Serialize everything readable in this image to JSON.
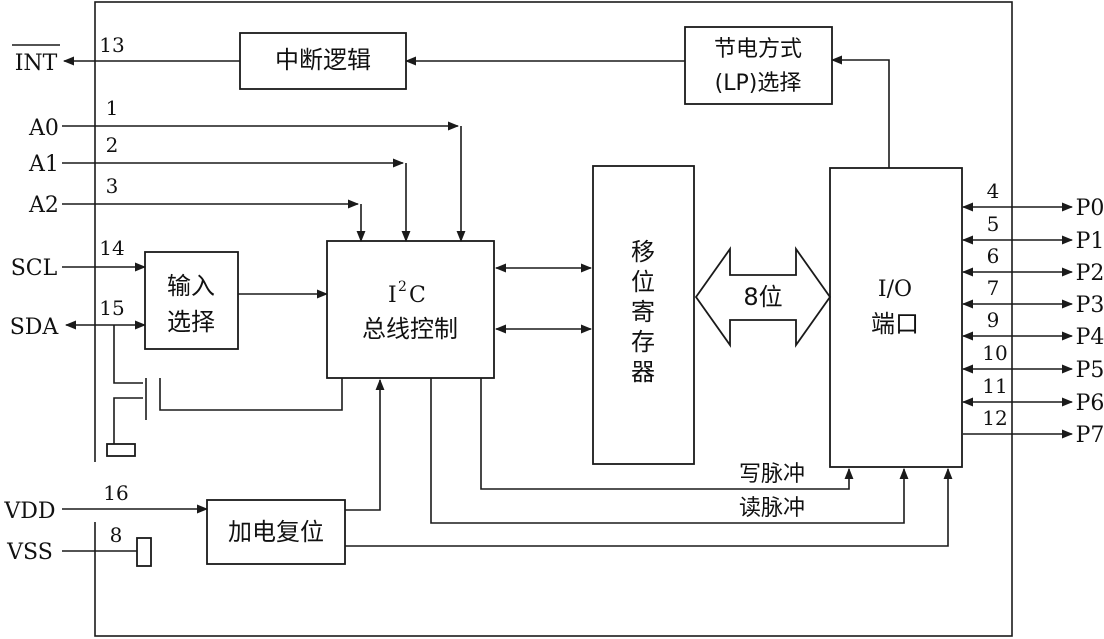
{
  "signals": {
    "int": "INT",
    "a0": "A0",
    "a1": "A1",
    "a2": "A2",
    "scl": "SCL",
    "sda": "SDA",
    "vdd": "VDD",
    "vss": "VSS"
  },
  "pins": {
    "int": "13",
    "a0": "1",
    "a1": "2",
    "a2": "3",
    "scl": "14",
    "sda": "15",
    "vdd": "16",
    "vss": "8"
  },
  "ports": [
    {
      "name": "P0",
      "pin": "4"
    },
    {
      "name": "P1",
      "pin": "5"
    },
    {
      "name": "P2",
      "pin": "6"
    },
    {
      "name": "P3",
      "pin": "7"
    },
    {
      "name": "P4",
      "pin": "9"
    },
    {
      "name": "P5",
      "pin": "10"
    },
    {
      "name": "P6",
      "pin": "11"
    },
    {
      "name": "P7",
      "pin": "12"
    }
  ],
  "blocks": {
    "interrupt_logic": "中断逻辑",
    "power_save_line1": "节电方式",
    "power_save_line2": "(LP)选择",
    "input_select_line1": "输入",
    "input_select_line2": "选择",
    "i2c_i": "I",
    "i2c_sup": "2",
    "i2c_c": "C",
    "i2c_line2": "总线控制",
    "shift_register": [
      "移",
      "位",
      "寄",
      "存",
      "器"
    ],
    "io_line1": "I/O",
    "io_line2": "端口",
    "power_on_reset": "加电复位"
  },
  "labels": {
    "bus_width": "8位",
    "write_pulse": "写脉冲",
    "read_pulse": "读脉冲"
  }
}
